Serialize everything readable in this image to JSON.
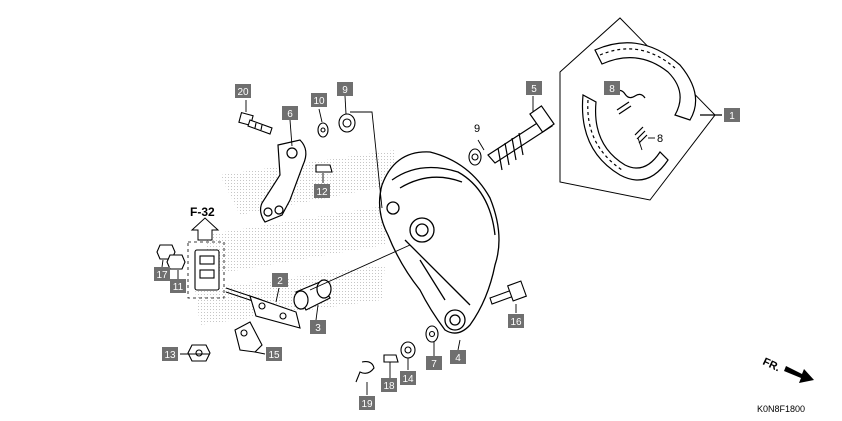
{
  "diagram_code": "K0N8F1800",
  "section_ref": "F-32",
  "direction_label": "FR.",
  "callouts": [
    "1",
    "2",
    "3",
    "4",
    "5",
    "6",
    "7",
    "8",
    "9",
    "10",
    "11",
    "12",
    "13",
    "14",
    "15",
    "16",
    "17",
    "18",
    "19",
    "20"
  ],
  "plain_numbers": {
    "nine": "9",
    "eight": "8"
  },
  "colors": {
    "callout_fill": "#6f6f6f",
    "line": "#000000",
    "watermark": "#cfcfcf"
  }
}
